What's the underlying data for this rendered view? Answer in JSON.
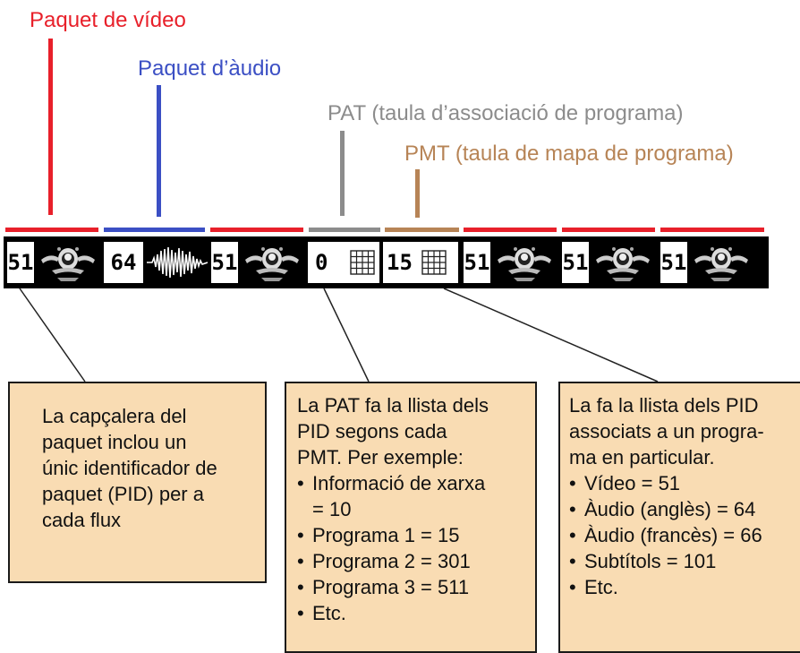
{
  "labels": {
    "video": {
      "text": "Paquet de vídeo",
      "color": "#e8202a"
    },
    "audio": {
      "text": "Paquet d’àudio",
      "color": "#3b4fc4"
    },
    "pat": {
      "text": "PAT (taula d’associació de programa)",
      "color": "#8c8c8c"
    },
    "pmt": {
      "text": "PMT (taula de mapa de programa)",
      "color": "#b78456"
    }
  },
  "stream": {
    "packets": [
      {
        "pid": "51",
        "type": "video",
        "icon": "video-logo-icon"
      },
      {
        "pid": "64",
        "type": "audio",
        "icon": "audio-waveform-icon"
      },
      {
        "pid": "51",
        "type": "video",
        "icon": "video-logo-icon"
      },
      {
        "pid": "0",
        "type": "pat",
        "icon": "table-grid-icon"
      },
      {
        "pid": "15",
        "type": "pmt",
        "icon": "table-grid-icon"
      },
      {
        "pid": "51",
        "type": "video",
        "icon": "video-logo-icon"
      },
      {
        "pid": "51",
        "type": "video",
        "icon": "video-logo-icon"
      },
      {
        "pid": "51",
        "type": "video",
        "icon": "video-logo-icon"
      }
    ]
  },
  "callouts": {
    "header": {
      "text": "La capçalera del\npaquet inclou un\núnic identificador de\npaquet (PID) per a\ncada flux"
    },
    "pat": {
      "intro": "La PAT fa la llista dels\nPID segons cada\nPMT.  Per exemple:",
      "items": [
        "Informació de xarxa\n= 10",
        "Programa 1 = 15",
        "Programa 2 = 301",
        "Programa 3 = 511",
        "Etc."
      ]
    },
    "pmt": {
      "intro": "La fa la llista dels PID\nassociats a un progra-\nma en particular.",
      "items": [
        "Vídeo = 51",
        "Àudio (anglès) = 64",
        "Àudio (francès) = 66",
        "Subtítols  = 101",
        "Etc."
      ]
    }
  }
}
